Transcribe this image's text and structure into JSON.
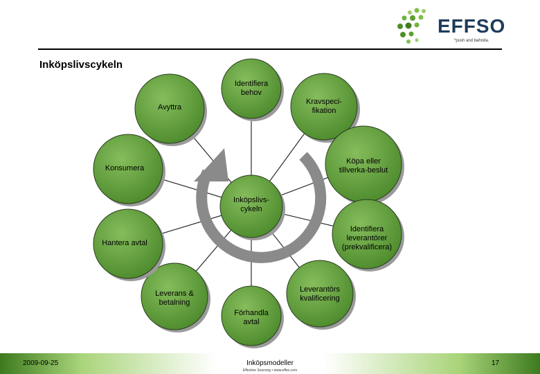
{
  "header": {
    "logo_text": "EFFSO",
    "logo_tagline": "*push and bahnda.",
    "page_title": "Inköpslivscykeln"
  },
  "diagram": {
    "center_label": "Inköpslivs-\ncykeln",
    "nodes": [
      {
        "id": "identifiera-behov",
        "label": "Identifiera\nbehov"
      },
      {
        "id": "kravspecifikation",
        "label": "Kravspeci-\nfikation"
      },
      {
        "id": "kopa-eller-tillverka",
        "label": "Köpa eller\ntillverka-beslut"
      },
      {
        "id": "identifiera-leverantorer",
        "label": "Identifiera\nleverantörer\n(prekvalificera)"
      },
      {
        "id": "leverantors-kvalificering",
        "label": "Leverantörs\nkvalificering"
      },
      {
        "id": "forhandla-avtal",
        "label": "Förhandla\navtal"
      },
      {
        "id": "leverans-betalning",
        "label": "Leverans &\nbetalning"
      },
      {
        "id": "hantera-avtal",
        "label": "Hantera avtal"
      },
      {
        "id": "konsumera",
        "label": "Konsumera"
      },
      {
        "id": "avyttra",
        "label": "Avyttra"
      }
    ],
    "colors": {
      "node_fill": "#5e9a3a",
      "node_stroke": "#2a3d20",
      "ring": "#8a8a8a",
      "connector": "#2a2a2a"
    }
  },
  "footer": {
    "date": "2009-09-25",
    "center": "Inköpsmodeller",
    "subtitle": "Effective Sourcing • www.effso.com",
    "page_number": "17"
  }
}
